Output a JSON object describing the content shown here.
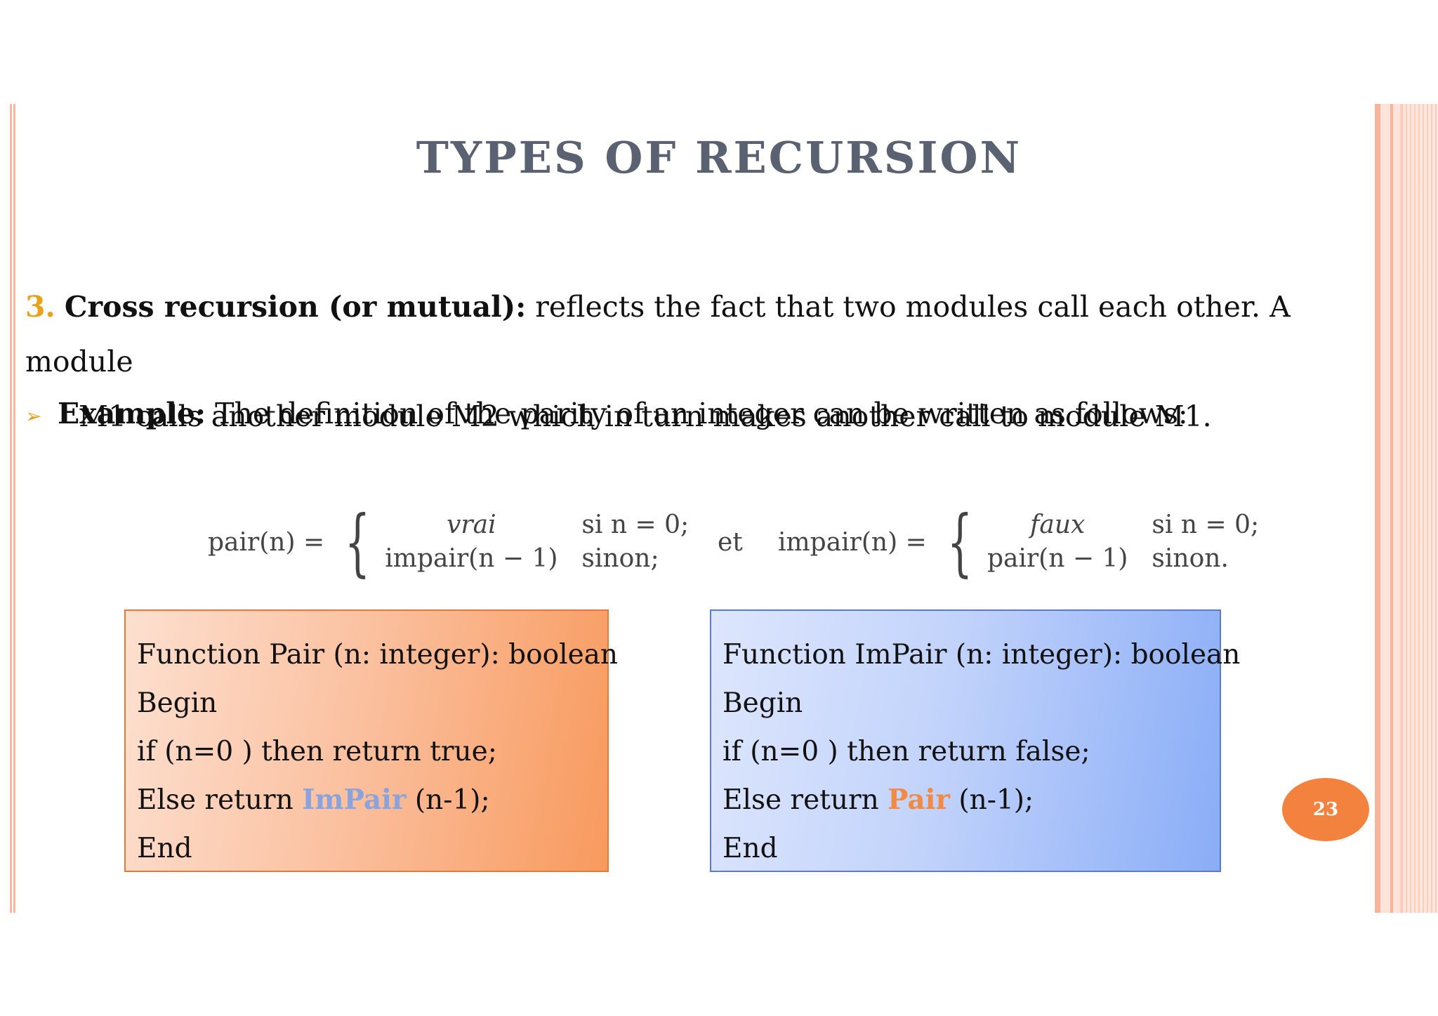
{
  "slide": {
    "title": "TYPES OF RECURSION",
    "page_number": "23"
  },
  "intro": {
    "number": "3.",
    "term": "Cross recursion (or mutual):",
    "text_line1": " reflects the fact that two modules call each other. A module",
    "text_line2": "M1 calls another module M2 which in turn makes another call to module M1."
  },
  "example": {
    "bullet": "➢",
    "label": "Example:",
    "text": " The definition of the parity of an integer can be written as follows:"
  },
  "formula": {
    "pair_lhs": "pair(n) =",
    "pair_case1_value": "vrai",
    "pair_case1_cond": "si n = 0;",
    "pair_case2_value": "impair(n − 1)",
    "pair_case2_cond": "sinon;",
    "connector": "et",
    "impair_lhs": "impair(n) =",
    "impair_case1_value": "faux",
    "impair_case1_cond": "si n = 0;",
    "impair_case2_value": "pair(n − 1)",
    "impair_case2_cond": "sinon."
  },
  "code_pair": {
    "line1": "Function Pair (n: integer): boolean",
    "line2": "Begin",
    "line3": "if (n=0 ) then return true;",
    "line4_prefix": "Else return ",
    "line4_call": "ImPair",
    "line4_suffix": " (n-1);",
    "line5": "End"
  },
  "code_impair": {
    "line1": "Function ImPair (n: integer): boolean",
    "line2": "Begin",
    "line3": "if (n=0 ) then return false;",
    "line4_prefix": "Else return ",
    "line4_call": "Pair",
    "line4_suffix": " (n-1);",
    "line5": "End"
  },
  "colors": {
    "title": "#5a6170",
    "accent": "#e8a21c",
    "pair_box": "#f89a5e",
    "impair_box": "#8aadf7",
    "page_badge": "#f4823f"
  }
}
